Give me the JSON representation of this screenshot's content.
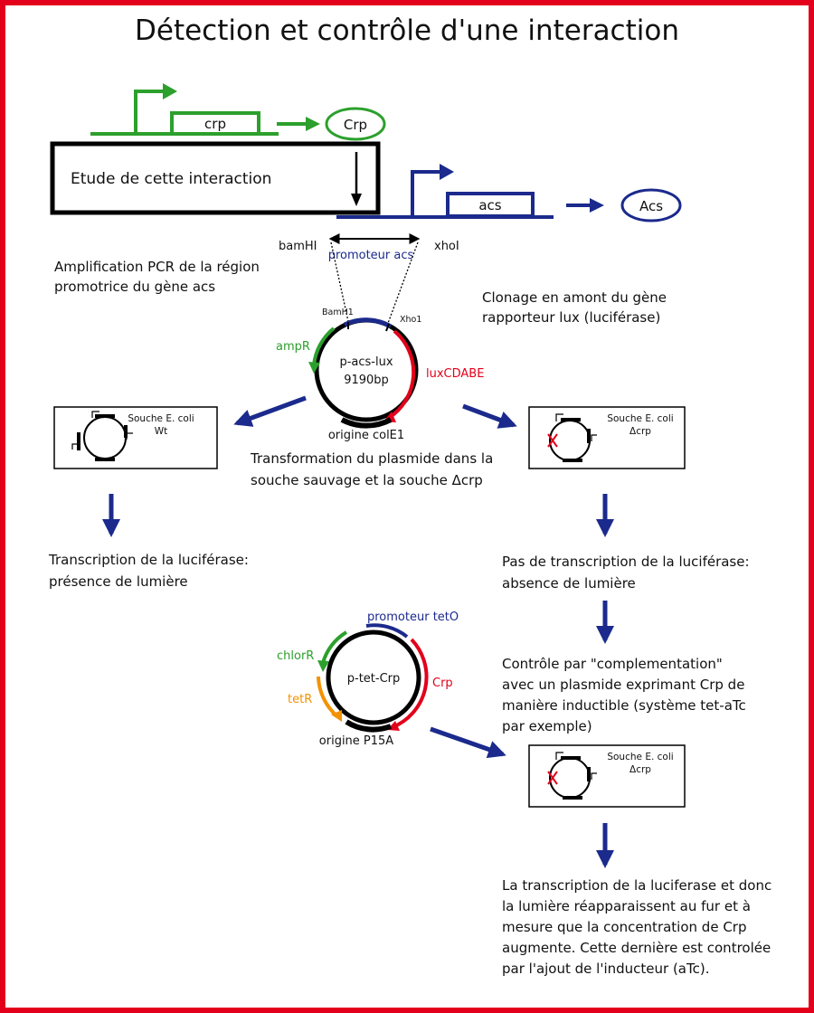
{
  "title": "Détection et contrôle d'une interaction",
  "colors": {
    "frame": "#e3001b",
    "green": "#2ca02c",
    "blue": "#1b2a8c",
    "red": "#e3001b",
    "orange": "#f39200"
  },
  "operon_crp": {
    "gene": "crp",
    "protein": "Crp"
  },
  "interaction_box": "Etude de cette interaction",
  "operon_acs": {
    "gene": "acs",
    "protein": "Acs"
  },
  "pcr": {
    "site_left": "bamHI",
    "site_right": "xhoI",
    "region": "promoteur acs",
    "caption": [
      "Amplification PCR de  la région",
      "promotrice du gène acs"
    ]
  },
  "cloning_caption": [
    "Clonage en amont du gène",
    "rapporteur lux (luciférase)"
  ],
  "plasmid_lux": {
    "name": "p-acs-lux",
    "size": "9190bp",
    "site1": "BamH1",
    "site2": "Xho1",
    "marker": "ampR",
    "reporter": "luxCDABE",
    "origin": "origine colE1"
  },
  "strain_wt": {
    "line1": "Souche E.  coli",
    "line2": "Wt"
  },
  "strain_dcrp": {
    "line1": "Souche E.  coli",
    "line2": "Δcrp"
  },
  "strain_dcrp2": {
    "line1": "Souche E.  coli",
    "line2": "Δcrp"
  },
  "transformation_caption": [
    "Transformation du plasmide dans la",
    "souche sauvage et la souche Δcrp"
  ],
  "result_wt": [
    "Transcription de la luciférase:",
    "présence de lumière"
  ],
  "result_dcrp": [
    "Pas de transcription de la luciférase:",
    "absence de lumière"
  ],
  "plasmid_tet": {
    "name": "p-tet-Crp",
    "promoter": "promoteur tetO",
    "marker": "chlorR",
    "repressor": "tetR",
    "gene": "Crp",
    "origin": "origine P15A"
  },
  "complementation_caption": [
    "Contrôle par \"complementation\"",
    "avec un plasmide exprimant Crp de",
    "manière inductible (système tet-aTc",
    "par exemple)"
  ],
  "final_caption": [
    "La transcription de la luciferase et donc",
    "la lumière réapparaissent au fur et à",
    "mesure que la concentration de Crp",
    "augmente. Cette dernière est controlée",
    "par l'ajout de l'inducteur  (aTc)."
  ]
}
